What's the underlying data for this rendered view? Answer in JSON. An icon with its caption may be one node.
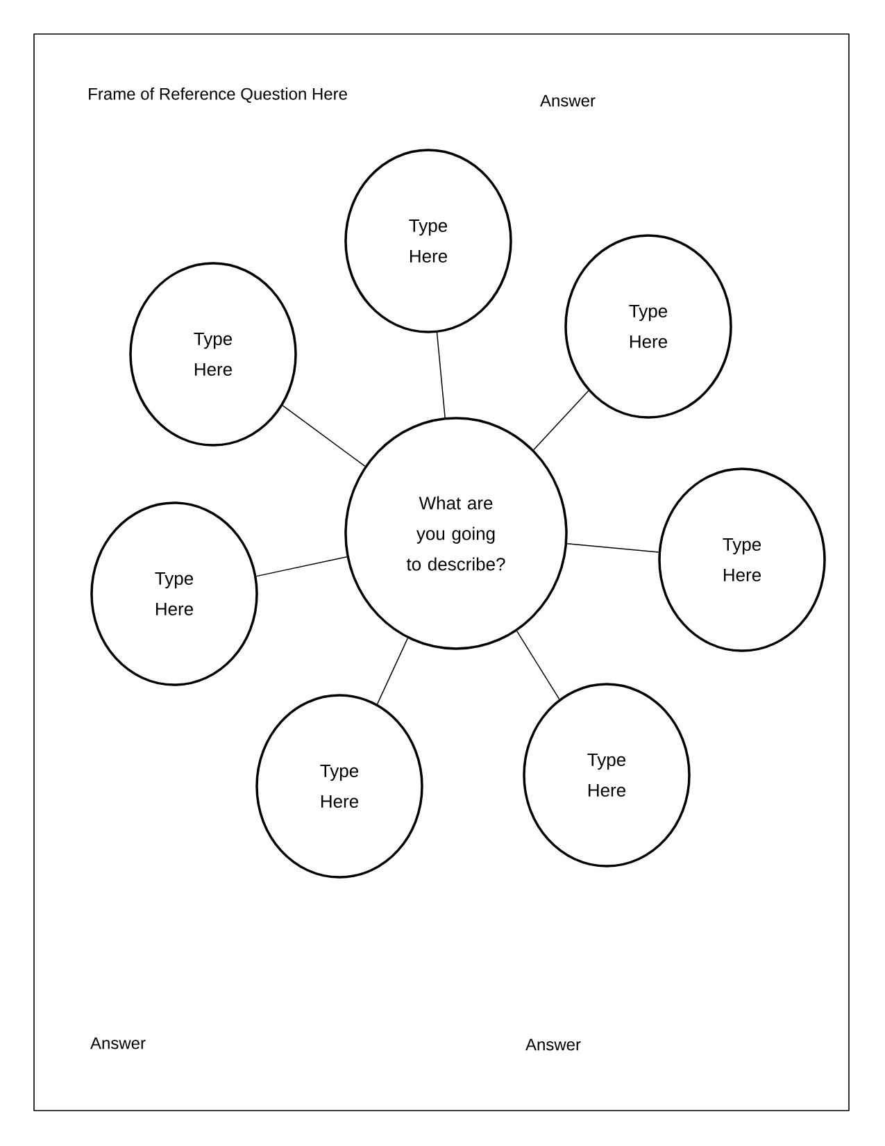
{
  "diagram": {
    "nodes": [
      {
        "text": [
          "What are you going to describe?"
        ]
      },
      {
        "text": [
          "Type Here"
        ]
      },
      {
        "text": [
          "Type Here"
        ]
      },
      {
        "text": [
          "Type Here"
        ]
      },
      {
        "text": [
          "Type Here"
        ]
      },
      {
        "text": [
          "Type Here"
        ]
      },
      {
        "text": [
          "Type Here"
        ]
      },
      {
        "text": [
          "Type Here"
        ]
      }
    ],
    "edges": [
      {
        "from": 0,
        "to": 1,
        "arrow": "none"
      },
      {
        "from": 0,
        "to": 2,
        "arrow": "none"
      },
      {
        "from": 0,
        "to": 3,
        "arrow": "none"
      },
      {
        "from": 0,
        "to": 4,
        "arrow": "none"
      },
      {
        "from": 0,
        "to": 5,
        "arrow": "none"
      },
      {
        "from": 0,
        "to": 6,
        "arrow": "none"
      },
      {
        "from": 0,
        "to": 7,
        "arrow": "none"
      }
    ],
    "labels": [
      "Frame of Reference Question Here",
      "Answer",
      "Answer",
      "Answer"
    ]
  }
}
